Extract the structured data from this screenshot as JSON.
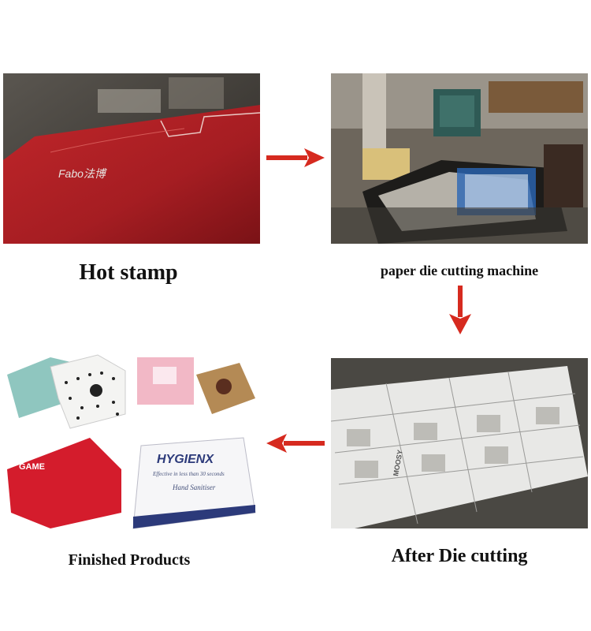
{
  "steps": [
    {
      "id": "hot-stamp",
      "label": "Hot stamp",
      "photo_text": "Fabo法博"
    },
    {
      "id": "die-cutting-machine",
      "label": "paper die cutting machine"
    },
    {
      "id": "after-die-cutting",
      "label": "After Die cutting",
      "photo_text": "MOOSY"
    },
    {
      "id": "finished-products",
      "label": "Finished Products",
      "photo_text": [
        "HYGIENX",
        "Effective in less than 30 seconds",
        "Hand Sanitiser",
        "GAME"
      ]
    }
  ],
  "flow": [
    "hot-stamp",
    "die-cutting-machine",
    "after-die-cutting",
    "finished-products"
  ],
  "colors": {
    "arrow": "#d62a1f",
    "caption": "#111111"
  }
}
